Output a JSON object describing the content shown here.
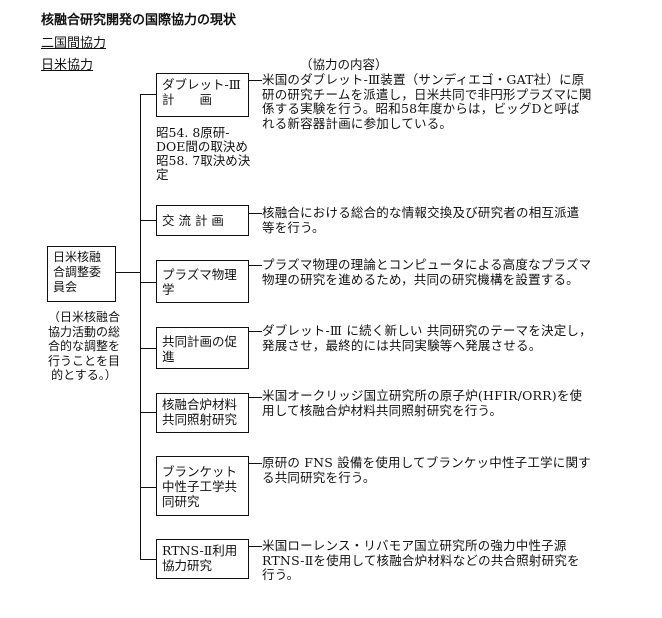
{
  "title": "核融合研究開発の国際協力の現状",
  "section": "二国間協力",
  "subsection": "日米協力",
  "column_header": "（協力の内容）",
  "committee": {
    "name": "日米核融合調整委員会",
    "purpose": "（日米核融合協力活動の総合的な調整を行うことを目的とする。）"
  },
  "notes": [
    "昭54. 8原研-DOE間の取決め",
    "昭58. 7取決め決定"
  ],
  "items": [
    {
      "label": "ダブレット-Ⅲ計　　画",
      "content": "米国のダブレット-Ⅲ装置（サンディエゴ・GAT社）に原研の研究チームを派遣し，日米共同で非円形プラズマに関係する実験を行う。昭和58年度からは，ビッグDと呼ばれる新容器計画に参加している。"
    },
    {
      "label": "交 流 計 画",
      "content": "核融合における総合的な情報交換及び研究者の相互派遣等を行う。"
    },
    {
      "label": "プラズマ物理学",
      "content": "プラズマ物理の理論とコンピュータによる高度なプラズマ物理の研究を進めるため，共同の研究機構を設置する。"
    },
    {
      "label": "共同計画の促進",
      "content": "ダブレット-Ⅲ に続く新しい 共同研究のテーマを決定し，発展させ，最終的には共同実験等へ発展させる。"
    },
    {
      "label": "核融合炉材料共同照射研究",
      "content": "米国オークリッジ国立研究所の原子炉(HFIR/ORR)を使用して核融合炉材料共同照射研究を行う。"
    },
    {
      "label": "ブランケット中性子工学共同研究",
      "content": "原研の FNS 設備を使用してブランケッ中性子工学に関する共同研究を行う。"
    },
    {
      "label": "RTNS-Ⅱ利用協力研究",
      "content": "米国ローレンス・リバモア国立研究所の強力中性子源 RTNS-Ⅱを使用して核融合炉材料などの共合照射研究を行う。"
    }
  ]
}
